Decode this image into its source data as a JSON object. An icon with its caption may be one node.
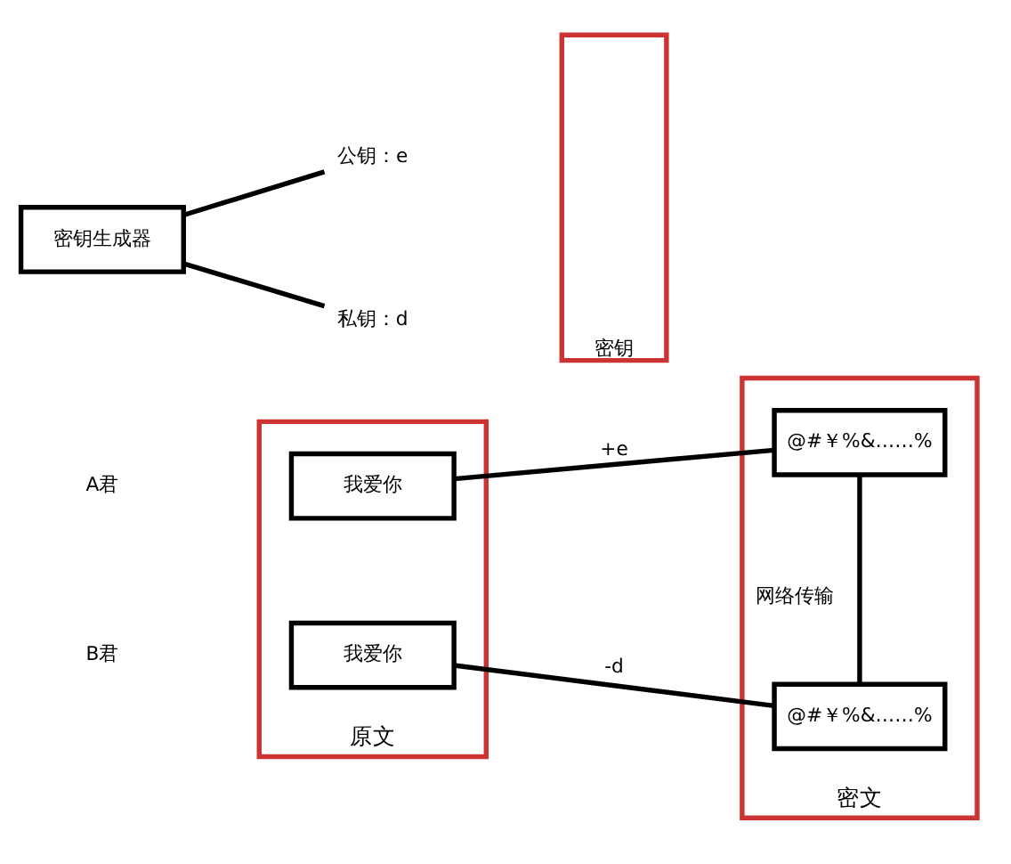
{
  "diagram": {
    "nodes": [
      {
        "text": [
          "原文"
        ]
      },
      {
        "text": [
          "我爱你"
        ],
        "in": 0
      },
      {
        "text": [
          "我爱你"
        ],
        "in": 0
      },
      {
        "text": [
          "密钥"
        ]
      },
      {
        "text": [
          "密文"
        ]
      },
      {
        "text": [
          "@#￥%&……%"
        ],
        "in": 4
      },
      {
        "text": [
          "@#￥%&……%"
        ],
        "in": 4
      },
      {
        "text": [
          "密钥生成器"
        ]
      },
      {
        "text": [
          "公钥：e"
        ]
      },
      {
        "text": [
          "私钥：d"
        ]
      }
    ],
    "edges": [
      {
        "from": 1,
        "to": 5,
        "arrow": "none",
        "label": "+e"
      },
      {
        "from": 2,
        "to": 6,
        "arrow": "none",
        "label": "-d"
      },
      {
        "from": 5,
        "to": 6,
        "arrow": "none",
        "label": "网络传输"
      },
      {
        "from": 7,
        "to": 8,
        "arrow": "none"
      },
      {
        "from": 7,
        "to": 9,
        "arrow": "none"
      }
    ],
    "labels": [
      "A君",
      "B君"
    ]
  }
}
